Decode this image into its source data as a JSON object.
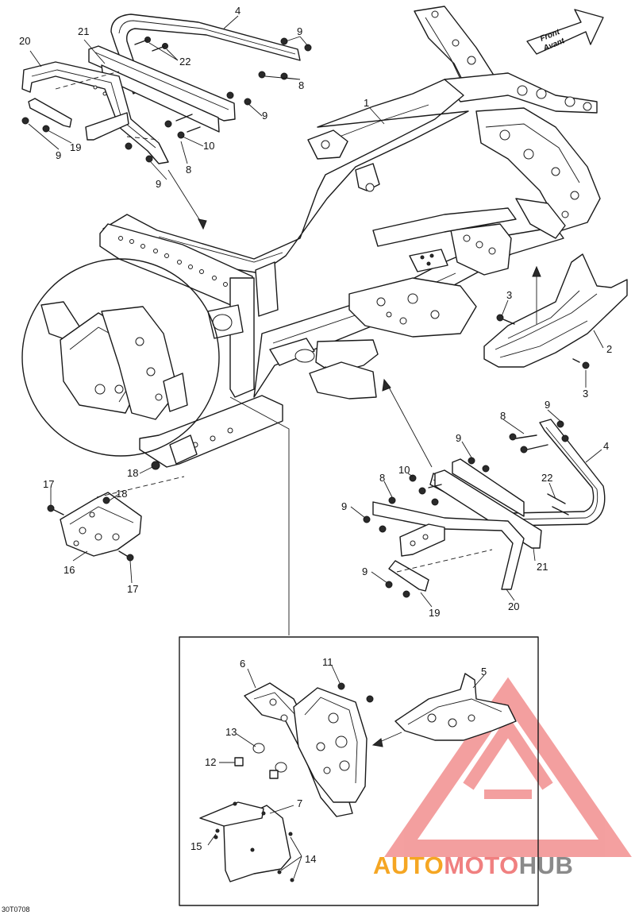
{
  "diagram": {
    "drawing_code": "30T0708",
    "direction_arrow": {
      "line1": "Front",
      "line2": "Avant"
    },
    "watermark": {
      "brand_part1": "AUTO",
      "brand_part2": "MOTO",
      "brand_part3": "HUB",
      "colors": {
        "orange": "#f5a623",
        "red": "#f08080",
        "gray": "#8a8a8a"
      }
    },
    "callouts": {
      "frame": "1",
      "skid_plate": "2",
      "skid_plate_bolt_upper": "3",
      "skid_plate_bolt_lower": "3",
      "left_bumper_tube": "4",
      "right_bumper_tube": "4",
      "bracket_plate": "5",
      "footrest_bracket": "6",
      "cover_plate": "7",
      "left_bolt_8a": "8",
      "left_bolt_8b": "8",
      "right_bolt_8a": "8",
      "right_bolt_8b": "8",
      "left_nut_9a": "9",
      "left_nut_9b": "9",
      "left_nut_9c": "9",
      "left_nut_9d": "9",
      "right_nut_9a": "9",
      "right_nut_9b": "9",
      "right_nut_9c": "9",
      "right_nut_9d": "9",
      "left_washer_10": "10",
      "right_washer_10": "10",
      "detail_nut_11": "11",
      "detail_bolt_12": "12",
      "detail_washer_13": "13",
      "detail_screw_14": "14",
      "detail_screw_15": "15",
      "foot_bracket_16": "16",
      "bolt_17a": "17",
      "bolt_17b": "17",
      "nut_18a": "18",
      "nut_18b": "18",
      "left_plate_19": "19",
      "right_plate_19": "19",
      "left_bracket_20": "20",
      "right_bracket_20": "20",
      "left_bar_21": "21",
      "right_bar_21": "21",
      "left_pin_22": "22",
      "right_pin_22": "22"
    }
  }
}
